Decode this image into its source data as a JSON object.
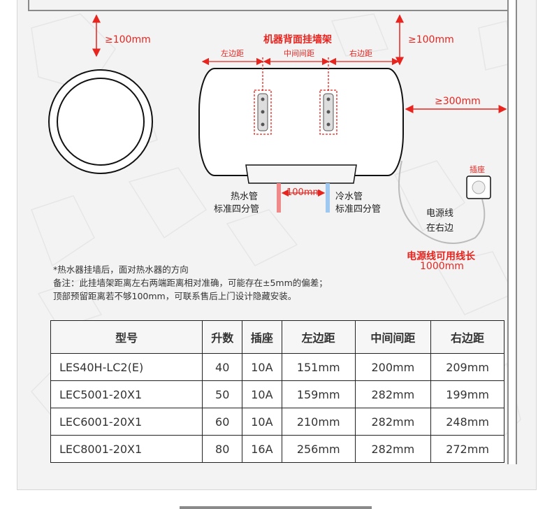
{
  "diagram": {
    "title": "机器背面挂墙架",
    "top_clearance_left": "≥100mm",
    "top_clearance_right": "≥100mm",
    "side_clearance": "≥300mm",
    "left_distance_label": "左边距",
    "middle_distance_label": "中间间距",
    "right_distance_label": "右边距",
    "hot_pipe_line1": "热水管",
    "hot_pipe_line2": "标准四分管",
    "pipe_gap": "100mm",
    "cold_pipe_line1": "冷水管",
    "cold_pipe_line2": "标准四分管",
    "socket_label": "插座",
    "cord_line1": "电源线",
    "cord_line2": "在右边",
    "cord_length_line1": "电源线可用线长",
    "cord_length_line2": "1000mm"
  },
  "notes": [
    "*热水器挂墙后，面对热水器的方向",
    "备注：此挂墙架距离左右两端距离相对准确，可能存在±5mm的偏差；",
    "顶部预留距离若不够100mm，可联系售后上门设计隐藏安装。"
  ],
  "table": {
    "headers": [
      "型号",
      "升数",
      "插座",
      "左边距",
      "中间间距",
      "右边距"
    ],
    "rows": [
      [
        "LES40H-LC2(E)",
        "40",
        "10A",
        "151mm",
        "200mm",
        "209mm"
      ],
      [
        "LEC5001-20X1",
        "50",
        "10A",
        "159mm",
        "282mm",
        "199mm"
      ],
      [
        "LEC6001-20X1",
        "60",
        "10A",
        "210mm",
        "282mm",
        "248mm"
      ],
      [
        "LEC8001-20X1",
        "80",
        "16A",
        "256mm",
        "282mm",
        "272mm"
      ]
    ]
  },
  "colors": {
    "accent_red": "#e8241f",
    "hot_pipe": "#f08a8a",
    "cold_pipe": "#9ec8f0"
  }
}
